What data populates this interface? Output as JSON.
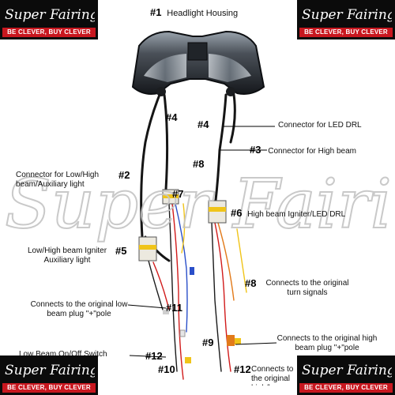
{
  "brand": {
    "tagline": "BE CLEVER, BUY CLEVER",
    "wordmark": "Super Fairings",
    "accent_color": "#c8171f"
  },
  "callouts": {
    "c1": {
      "num": "#1",
      "text": "Headlight Housing"
    },
    "c4a": {
      "num": "#4"
    },
    "c4b": {
      "num": "#4",
      "text": "Connector for LED DRL"
    },
    "c3": {
      "num": "#3",
      "text": "Connector for High beam"
    },
    "c8a": {
      "num": "#8"
    },
    "c2": {
      "num": "#2",
      "text": "Connector for Low/High beam/Auxiliary light"
    },
    "c7": {
      "num": "#7"
    },
    "c6": {
      "num": "#6",
      "text": "High beam Igniter/LED DRL"
    },
    "c5": {
      "num": "#5",
      "text": "Low/High beam Igniter Auxiliary light"
    },
    "c8b": {
      "num": "#8",
      "text": "Connects to the original turn signals"
    },
    "c11": {
      "num": "#11",
      "text": "Connects to the original low beam plug \"+\"pole"
    },
    "c9": {
      "num": "#9",
      "text": "Connects to the original high beam plug \"+\"pole"
    },
    "c10": {
      "num": "#10",
      "text": "Low Beam On/Off Switch"
    },
    "c12a": {
      "num": "#12"
    },
    "c12b": {
      "num": "#12",
      "text": "Connects to the original high/low beam"
    }
  }
}
